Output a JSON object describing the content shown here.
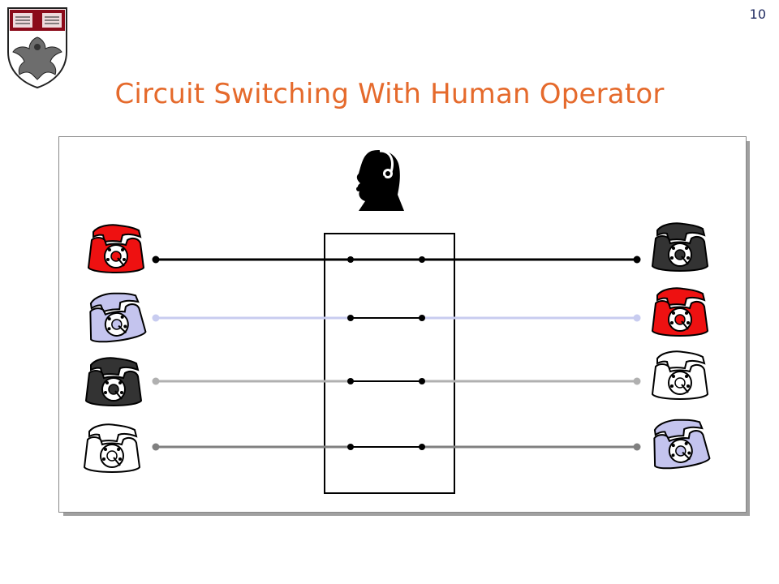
{
  "slide": {
    "number": "10",
    "title": "Circuit Switching With Human Operator"
  },
  "icons": {
    "crest": "university-crest-icon",
    "operator": "operator-headset-icon",
    "phone": "rotary-telephone-icon"
  },
  "colors": {
    "title": "#e56a2c",
    "line_black": "#000000",
    "line_lavender": "#c8ccf0",
    "line_lightgray": "#b0b0b0",
    "line_gray": "#808080",
    "phone_red": "#ee1111",
    "phone_dark": "#333333",
    "phone_lavender": "#c4c4ee",
    "phone_white": "#ffffff"
  },
  "circuits": [
    {
      "left_phone": "red",
      "right_phone": "dark",
      "line_color": "black"
    },
    {
      "left_phone": "lavender",
      "right_phone": "red",
      "line_color": "lavender"
    },
    {
      "left_phone": "dark",
      "right_phone": "white",
      "line_color": "light-gray"
    },
    {
      "left_phone": "white",
      "right_phone": "lavender",
      "line_color": "gray"
    }
  ]
}
